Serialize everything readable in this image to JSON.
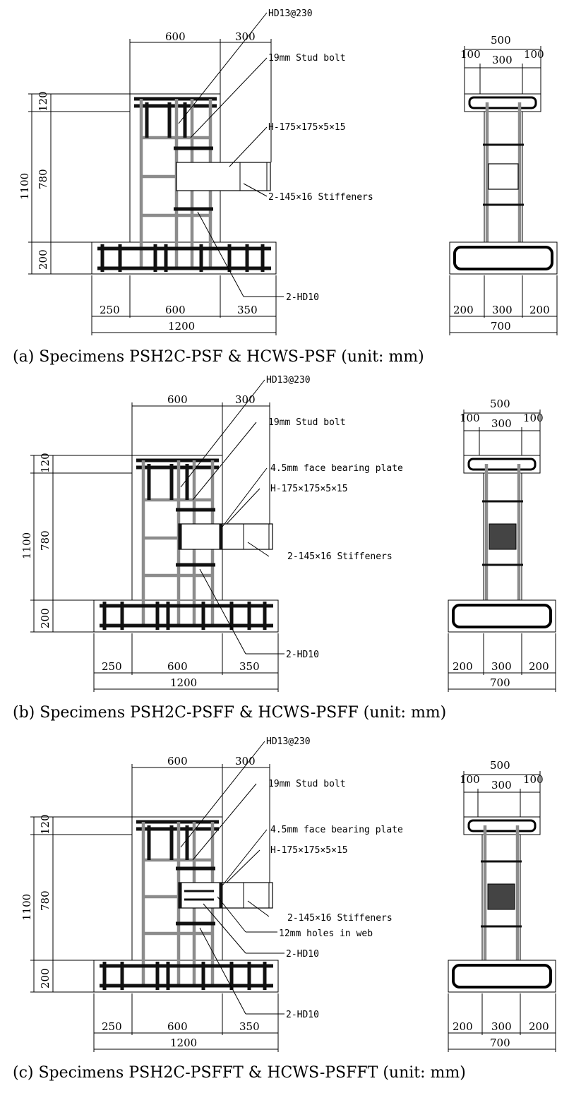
{
  "panels": [
    {
      "id": "a",
      "caption": "(a) Specimens PSH2C-PSF & HCWS-PSF (unit: mm)",
      "labels": [
        "HD13@230",
        "19mm Stud bolt",
        "H-175×175×5×15",
        "2-145×16 Stiffeners",
        "2-HD10"
      ],
      "side_dims": [
        "120",
        "780",
        "1100",
        "200"
      ],
      "top_dims": [
        "600",
        "300"
      ],
      "bottom_dims": [
        "250",
        "600",
        "350",
        "1200"
      ],
      "section_top_dims": [
        "500",
        "100",
        "300",
        "100"
      ],
      "section_bottom_dims": [
        "200",
        "300",
        "200",
        "700"
      ]
    },
    {
      "id": "b",
      "caption": "(b) Specimens PSH2C-PSFF & HCWS-PSFF (unit: mm)",
      "labels": [
        "HD13@230",
        "19mm Stud bolt",
        "4.5mm face bearing plate",
        "H-175×175×5×15",
        "2-145×16 Stiffeners",
        "2-HD10"
      ],
      "side_dims": [
        "120",
        "780",
        "1100",
        "200"
      ],
      "top_dims": [
        "600",
        "300"
      ],
      "bottom_dims": [
        "250",
        "600",
        "350",
        "1200"
      ],
      "section_top_dims": [
        "500",
        "100",
        "300",
        "100"
      ],
      "section_bottom_dims": [
        "200",
        "300",
        "200",
        "700"
      ]
    },
    {
      "id": "c",
      "caption": "(c) Specimens PSH2C-PSFFT & HCWS-PSFFT (unit: mm)",
      "labels": [
        "HD13@230",
        "19mm Stud bolt",
        "4.5mm face bearing plate",
        "H-175×175×5×15",
        "2-145×16 Stiffeners",
        "12mm holes in web",
        "2-HD10",
        "2-HD10"
      ],
      "side_dims": [
        "120",
        "780",
        "1100",
        "200"
      ],
      "top_dims": [
        "600",
        "300"
      ],
      "bottom_dims": [
        "250",
        "600",
        "350",
        "1200"
      ],
      "section_top_dims": [
        "500",
        "100",
        "300",
        "100"
      ],
      "section_bottom_dims": [
        "200",
        "300",
        "200",
        "700"
      ]
    }
  ]
}
